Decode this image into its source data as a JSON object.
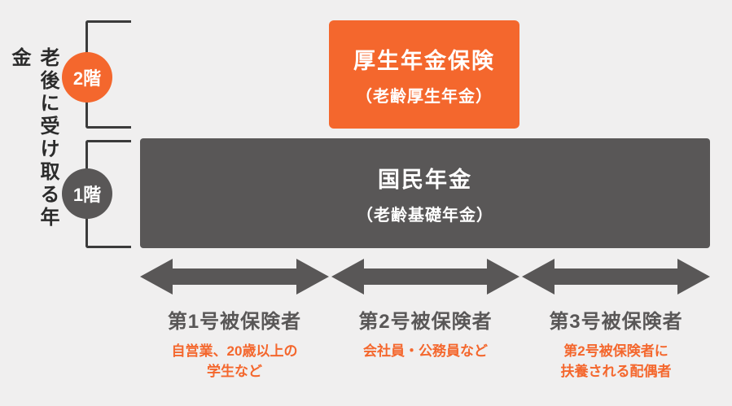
{
  "title": "老後に受け取る年金",
  "colors": {
    "background": "#f0efef",
    "accent_orange": "#f4672d",
    "dark_gray": "#595757",
    "bracket_line": "#3b3b3b",
    "title_text": "#2b2b2b"
  },
  "floors": [
    {
      "badge": "2階",
      "box_title": "厚生年金保険",
      "box_subtitle": "（老齢厚生年金）",
      "box_color": "#f4672d"
    },
    {
      "badge": "1階",
      "box_title": "国民年金",
      "box_subtitle": "（老齢基礎年金）",
      "box_color": "#595757"
    }
  ],
  "categories": [
    {
      "label": "第1号被保険者",
      "description": "自営業、20歳以上の\n学生など"
    },
    {
      "label": "第2号被保険者",
      "description": "会社員・公務員など"
    },
    {
      "label": "第3号被保険者",
      "description": "第2号被保険者に\n扶養される配偶者"
    }
  ]
}
